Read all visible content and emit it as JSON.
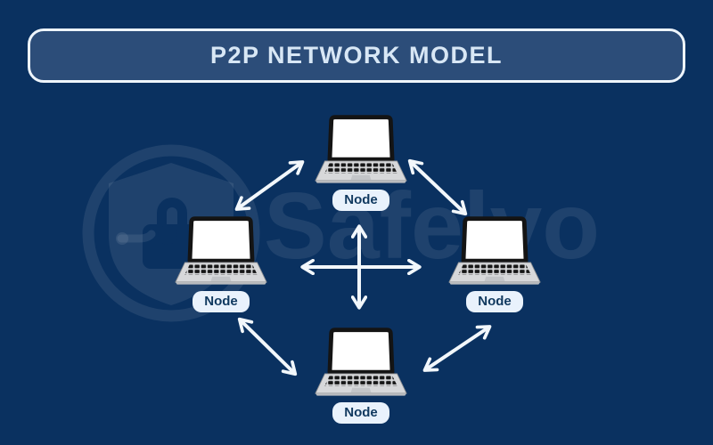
{
  "title": "P2P NETWORK MODEL",
  "watermark": {
    "text": "Safelyo",
    "logo": "shield-lock-headset-emblem"
  },
  "nodes": [
    {
      "id": "top",
      "label": "Node",
      "icon": "laptop-icon"
    },
    {
      "id": "left",
      "label": "Node",
      "icon": "laptop-icon"
    },
    {
      "id": "right",
      "label": "Node",
      "icon": "laptop-icon"
    },
    {
      "id": "bottom",
      "label": "Node",
      "icon": "laptop-icon"
    }
  ],
  "connections": [
    {
      "from": "top",
      "to": "left",
      "style": "double-headed-arrow"
    },
    {
      "from": "top",
      "to": "right",
      "style": "double-headed-arrow"
    },
    {
      "from": "left",
      "to": "bottom",
      "style": "double-headed-arrow"
    },
    {
      "from": "bottom",
      "to": "right",
      "style": "double-headed-arrow"
    },
    {
      "from": "top",
      "to": "bottom",
      "style": "double-headed-arrow"
    },
    {
      "from": "left",
      "to": "right",
      "style": "double-headed-arrow"
    }
  ],
  "colors": {
    "background": "#0a3160",
    "banner_fill": "#2c4d79",
    "banner_border": "#eef5fc",
    "title_text": "#d8e7f5",
    "node_badge_bg": "#e9f2fc",
    "node_badge_text": "#10395f",
    "arrow": "#f2f7fb",
    "watermark": "rgba(255,255,255,0.085)"
  }
}
